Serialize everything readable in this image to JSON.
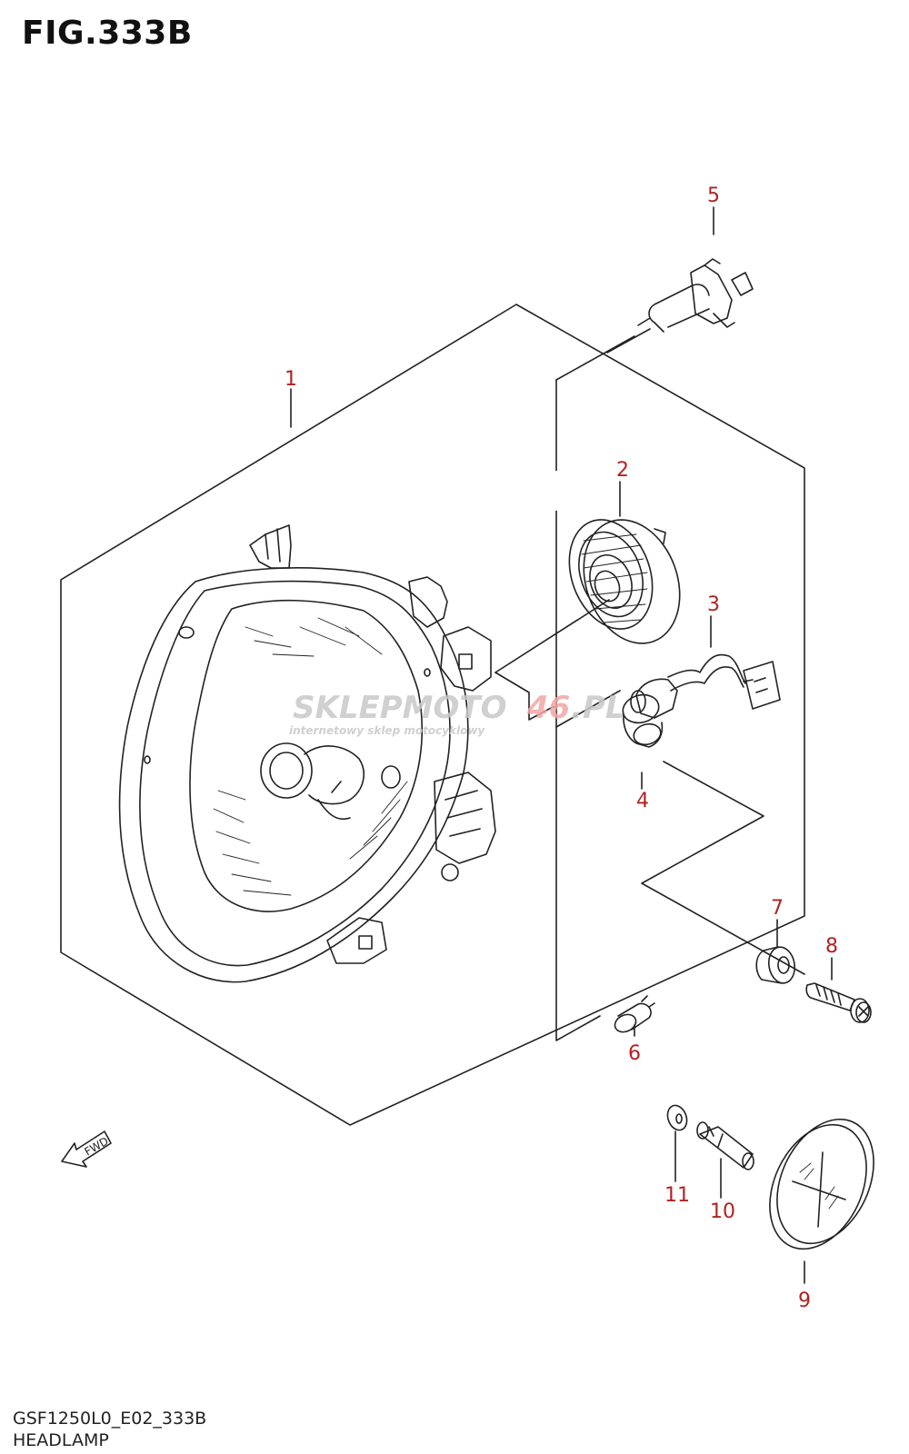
{
  "figure": {
    "title": "FIG.333B",
    "code": "GSF1250L0_E02_333B",
    "name": "HEADLAMP"
  },
  "watermark": {
    "brand_a": "SKLEPMOTO",
    "brand_b": "46",
    "brand_c": ".PL",
    "tagline": "internetowy sklep motocyklowy"
  },
  "fwd_label": "FWD",
  "callouts": [
    "1",
    "2",
    "3",
    "4",
    "5",
    "6",
    "7",
    "8",
    "9",
    "10",
    "11"
  ],
  "colors": {
    "callout": "#b22222",
    "line": "#222222",
    "watermark_a": "#c8c8c8",
    "watermark_b": "#f2a6a6"
  }
}
